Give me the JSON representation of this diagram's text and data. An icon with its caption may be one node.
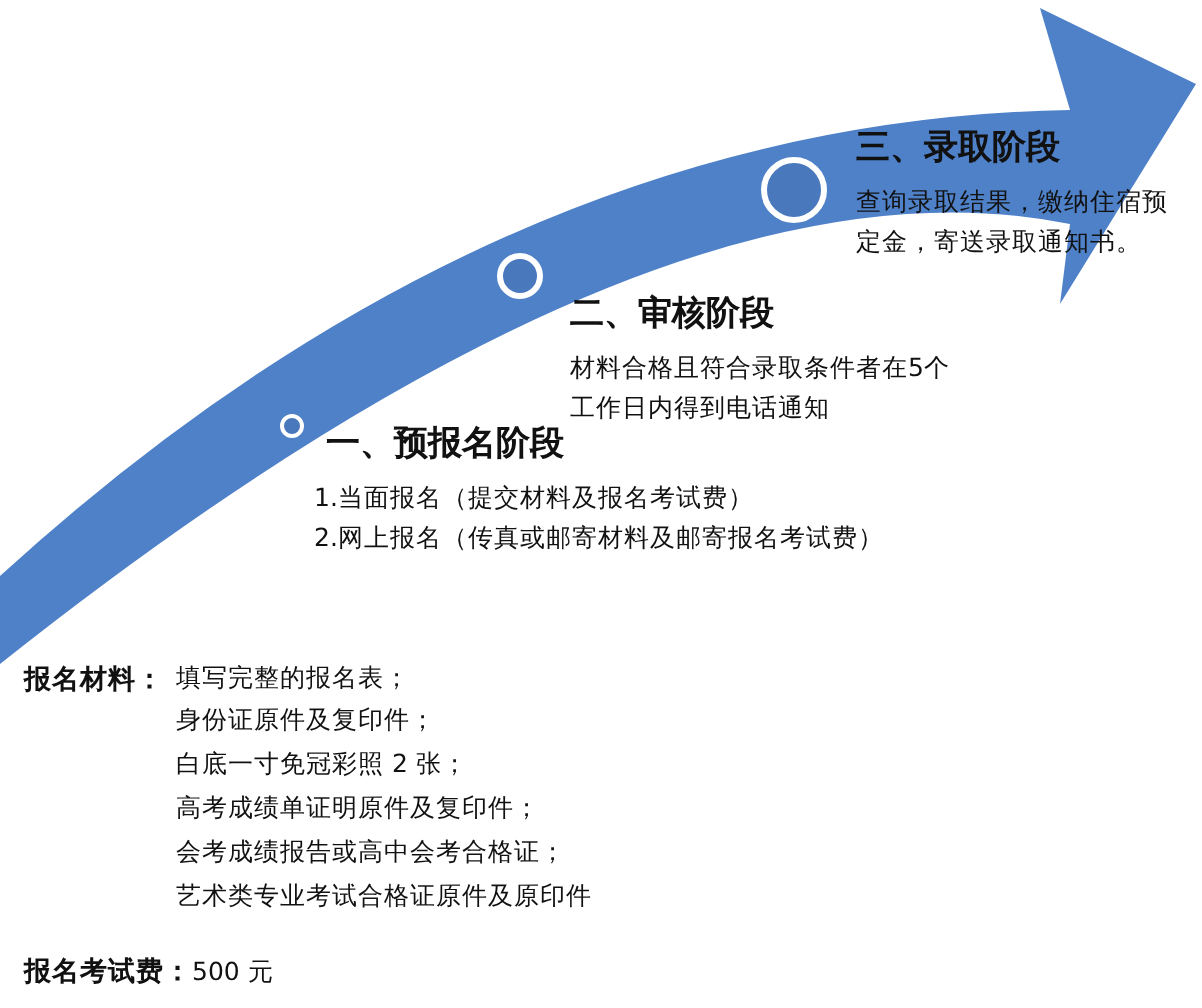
{
  "diagram": {
    "nodes": [
      {
        "text": [
          "一、预报名阶段",
          "1.当面报名（提交材料及报名考试费）",
          "2.网上报名（传真或邮寄材料及邮寄报名考试费）"
        ]
      },
      {
        "text": [
          "二、审核阶段",
          "材料合格且符合录取条件者在5个工作日内得到电话通知"
        ]
      },
      {
        "text": [
          "三、录取阶段",
          "查询录取结果，缴纳住宿预定金，寄送录取通知书。"
        ]
      }
    ],
    "edges": [],
    "labels": [
      "报名材料：",
      "填写完整的报名表；",
      "身份证原件及复印件；",
      "白底一寸免冠彩照 2 张；",
      "高考成绩单证明原件及复印件；",
      "会考成绩报告或高中会考合格证；",
      "艺术类专业考试合格证原件及原印件",
      "报名考试费：",
      "500 元"
    ]
  }
}
